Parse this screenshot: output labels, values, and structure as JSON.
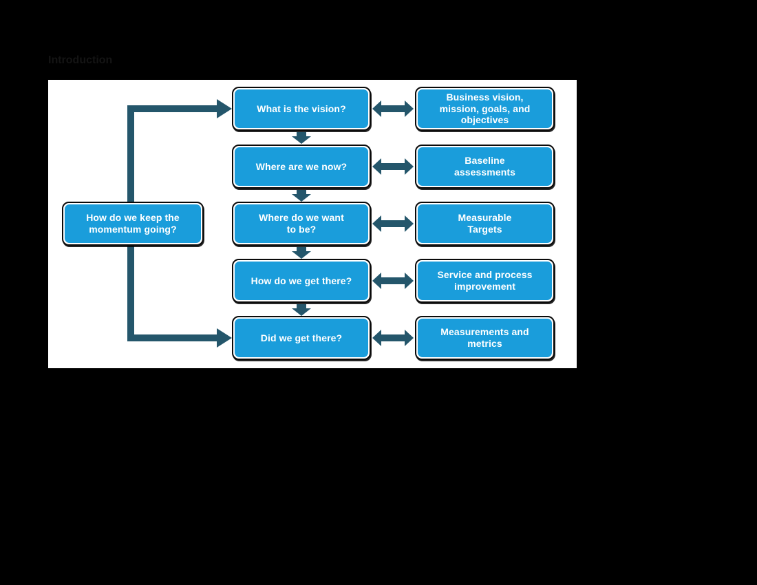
{
  "page": {
    "intro_heading": "Introduction"
  },
  "colors": {
    "panel_bg": "#ffffff",
    "box_fill": "#1a9ddb",
    "box_text": "#ffffff",
    "box_border": "#0a0a0a",
    "arrow": "#24566b"
  },
  "diagram": {
    "side_box": {
      "label": "How do we keep the\nmomentum going?"
    },
    "rows": [
      {
        "question": "What is the vision?",
        "output": "Business vision,\nmission, goals, and\nobjectives"
      },
      {
        "question": "Where are we now?",
        "output": "Baseline\nassessments"
      },
      {
        "question": "Where do we want\nto be?",
        "output": "Measurable\nTargets"
      },
      {
        "question": "How do we get there?",
        "output": "Service and process\nimprovement"
      },
      {
        "question": "Did we get there?",
        "output": "Measurements and\nmetrics"
      }
    ]
  }
}
